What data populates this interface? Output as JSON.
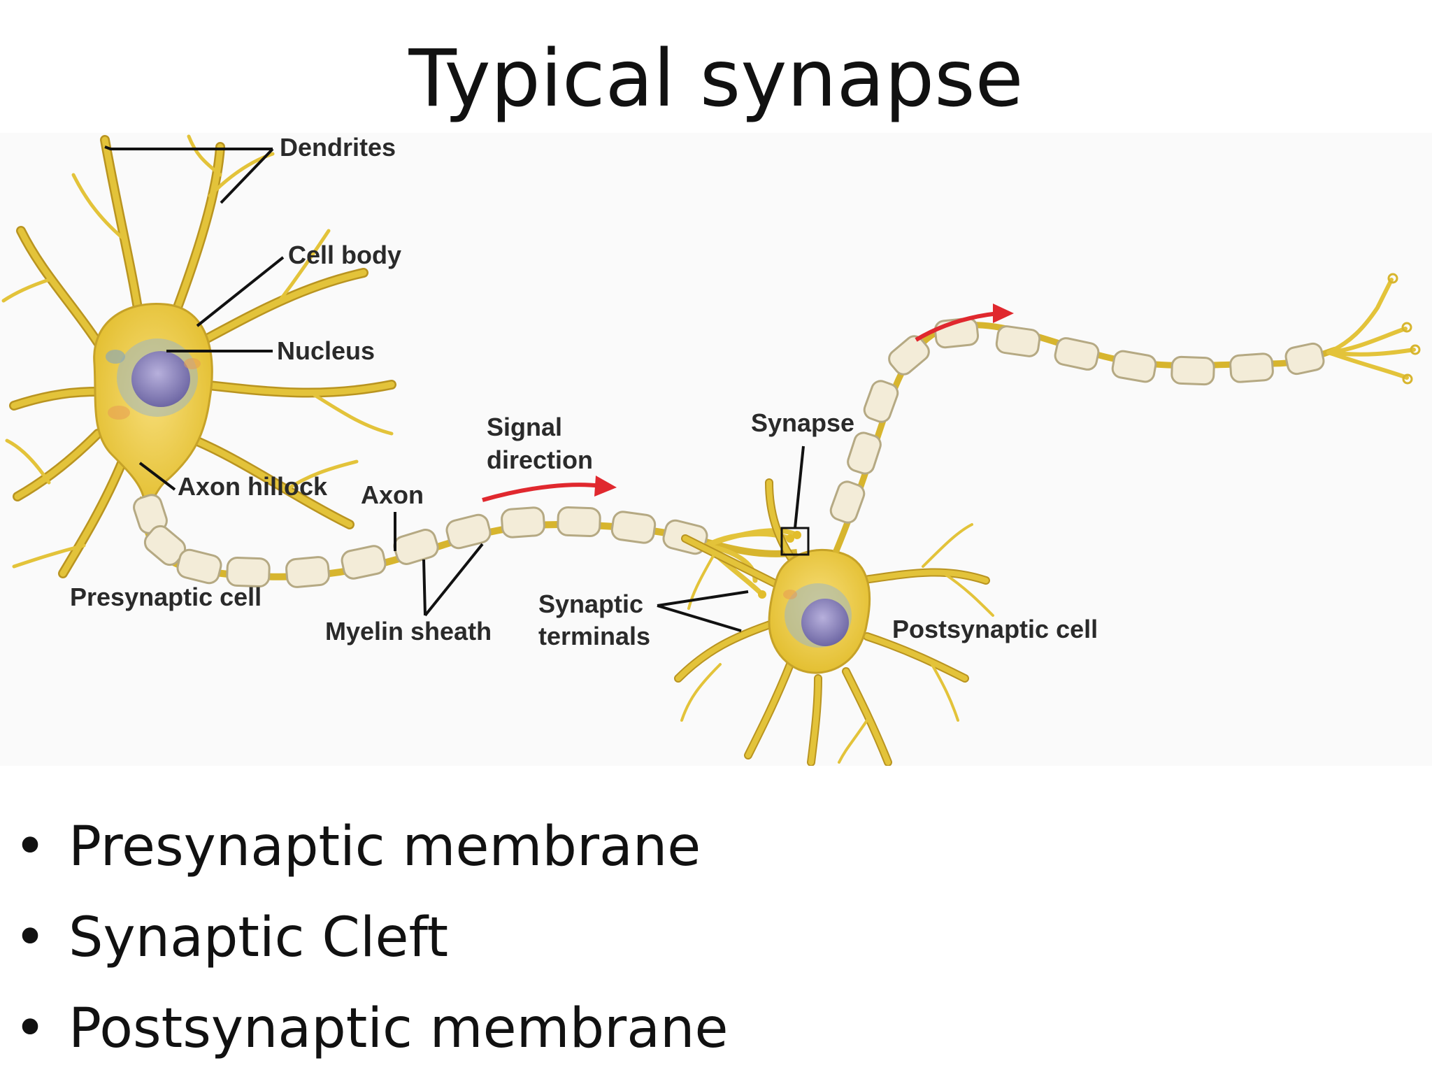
{
  "slide": {
    "title": "Typical synapse",
    "bullets": [
      "Presynaptic membrane",
      "Synaptic Cleft",
      "Postsynaptic membrane"
    ],
    "bullet_glyph": "•"
  },
  "diagram": {
    "labels": {
      "dendrites": "Dendrites",
      "cell_body": "Cell body",
      "nucleus": "Nucleus",
      "axon_hillock": "Axon hillock",
      "axon": "Axon",
      "signal_line1": "Signal",
      "signal_line2": "direction",
      "synapse": "Synapse",
      "presynaptic_cell": "Presynaptic cell",
      "myelin_sheath": "Myelin sheath",
      "synaptic_line1": "Synaptic",
      "synaptic_line2": "terminals",
      "postsynaptic_cell": "Postsynaptic cell"
    },
    "colors": {
      "neuron": "#e8c94a",
      "myelin": "#f3ecd8",
      "nucleus": "#8a82b8",
      "arrow": "#e0282e",
      "leader_line": "#111111"
    }
  }
}
